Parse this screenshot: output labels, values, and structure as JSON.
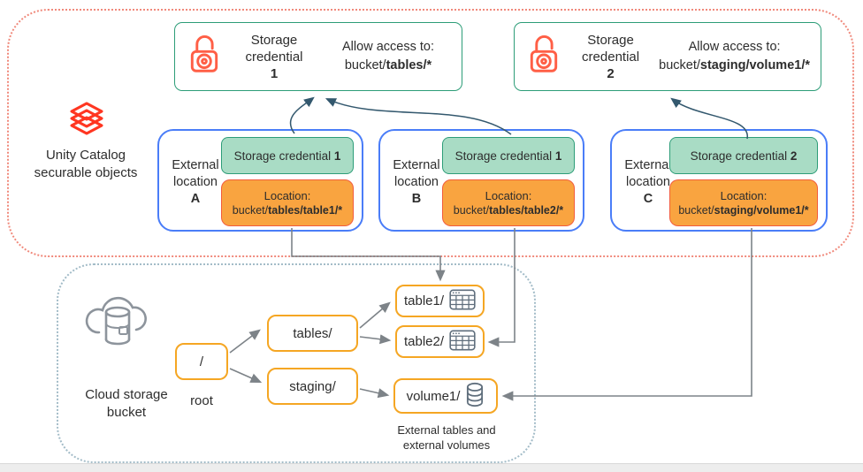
{
  "colors": {
    "uc_region_border": "#f0897b",
    "bucket_region_border": "#a3bcc8",
    "credential_border_green": "#2d9d78",
    "chip_green_fill": "#a9dcc5",
    "chip_orange_fill": "#f9a440",
    "chip_orange_border": "#f25c3e",
    "location_card_border": "#4a7df8",
    "bucket_node_border": "#f5a623",
    "lock_icon": "#ff5f46",
    "databricks_logo": "#ff3621",
    "arrow_gray": "#7d8388",
    "arrow_dark": "#33586e",
    "gray_icon": "#8d949c",
    "slate_icon": "#5f6e7c"
  },
  "unity_catalog": {
    "line1": "Unity Catalog",
    "line2": "securable objects"
  },
  "credentials": [
    {
      "title1": "Storage",
      "title2": "credential",
      "number": "1",
      "allow": "Allow access to:",
      "path_plain": "bucket/",
      "path_bold": "tables/*"
    },
    {
      "title1": "Storage",
      "title2": "credential",
      "number": "2",
      "allow": "Allow access to:",
      "path_plain": "bucket/",
      "path_bold": "staging/volume1/*"
    }
  ],
  "locations": [
    {
      "word1": "External",
      "word2": "location",
      "letter": "A",
      "cred_text": "Storage credential ",
      "cred_num": "1",
      "loc_label": "Location:",
      "path_plain": "bucket/",
      "path_bold": "tables/table1/*"
    },
    {
      "word1": "External",
      "word2": "location",
      "letter": "B",
      "cred_text": "Storage credential ",
      "cred_num": "1",
      "loc_label": "Location:",
      "path_plain": "bucket/",
      "path_bold": "tables/table2/*"
    },
    {
      "word1": "External",
      "word2": "location",
      "letter": "C",
      "cred_text": "Storage credential ",
      "cred_num": "2",
      "loc_label": "Location:",
      "path_plain": "bucket/",
      "path_bold": "staging/volume1/*"
    }
  ],
  "bucket": {
    "label1": "Cloud storage",
    "label2": "bucket",
    "root_text": "/",
    "root_caption": "root",
    "tables_label": "tables/",
    "staging_label": "staging/",
    "table1_label": "table1/",
    "table2_label": "table2/",
    "volume1_label": "volume1/",
    "caption1": "External tables and",
    "caption2": "external volumes"
  }
}
